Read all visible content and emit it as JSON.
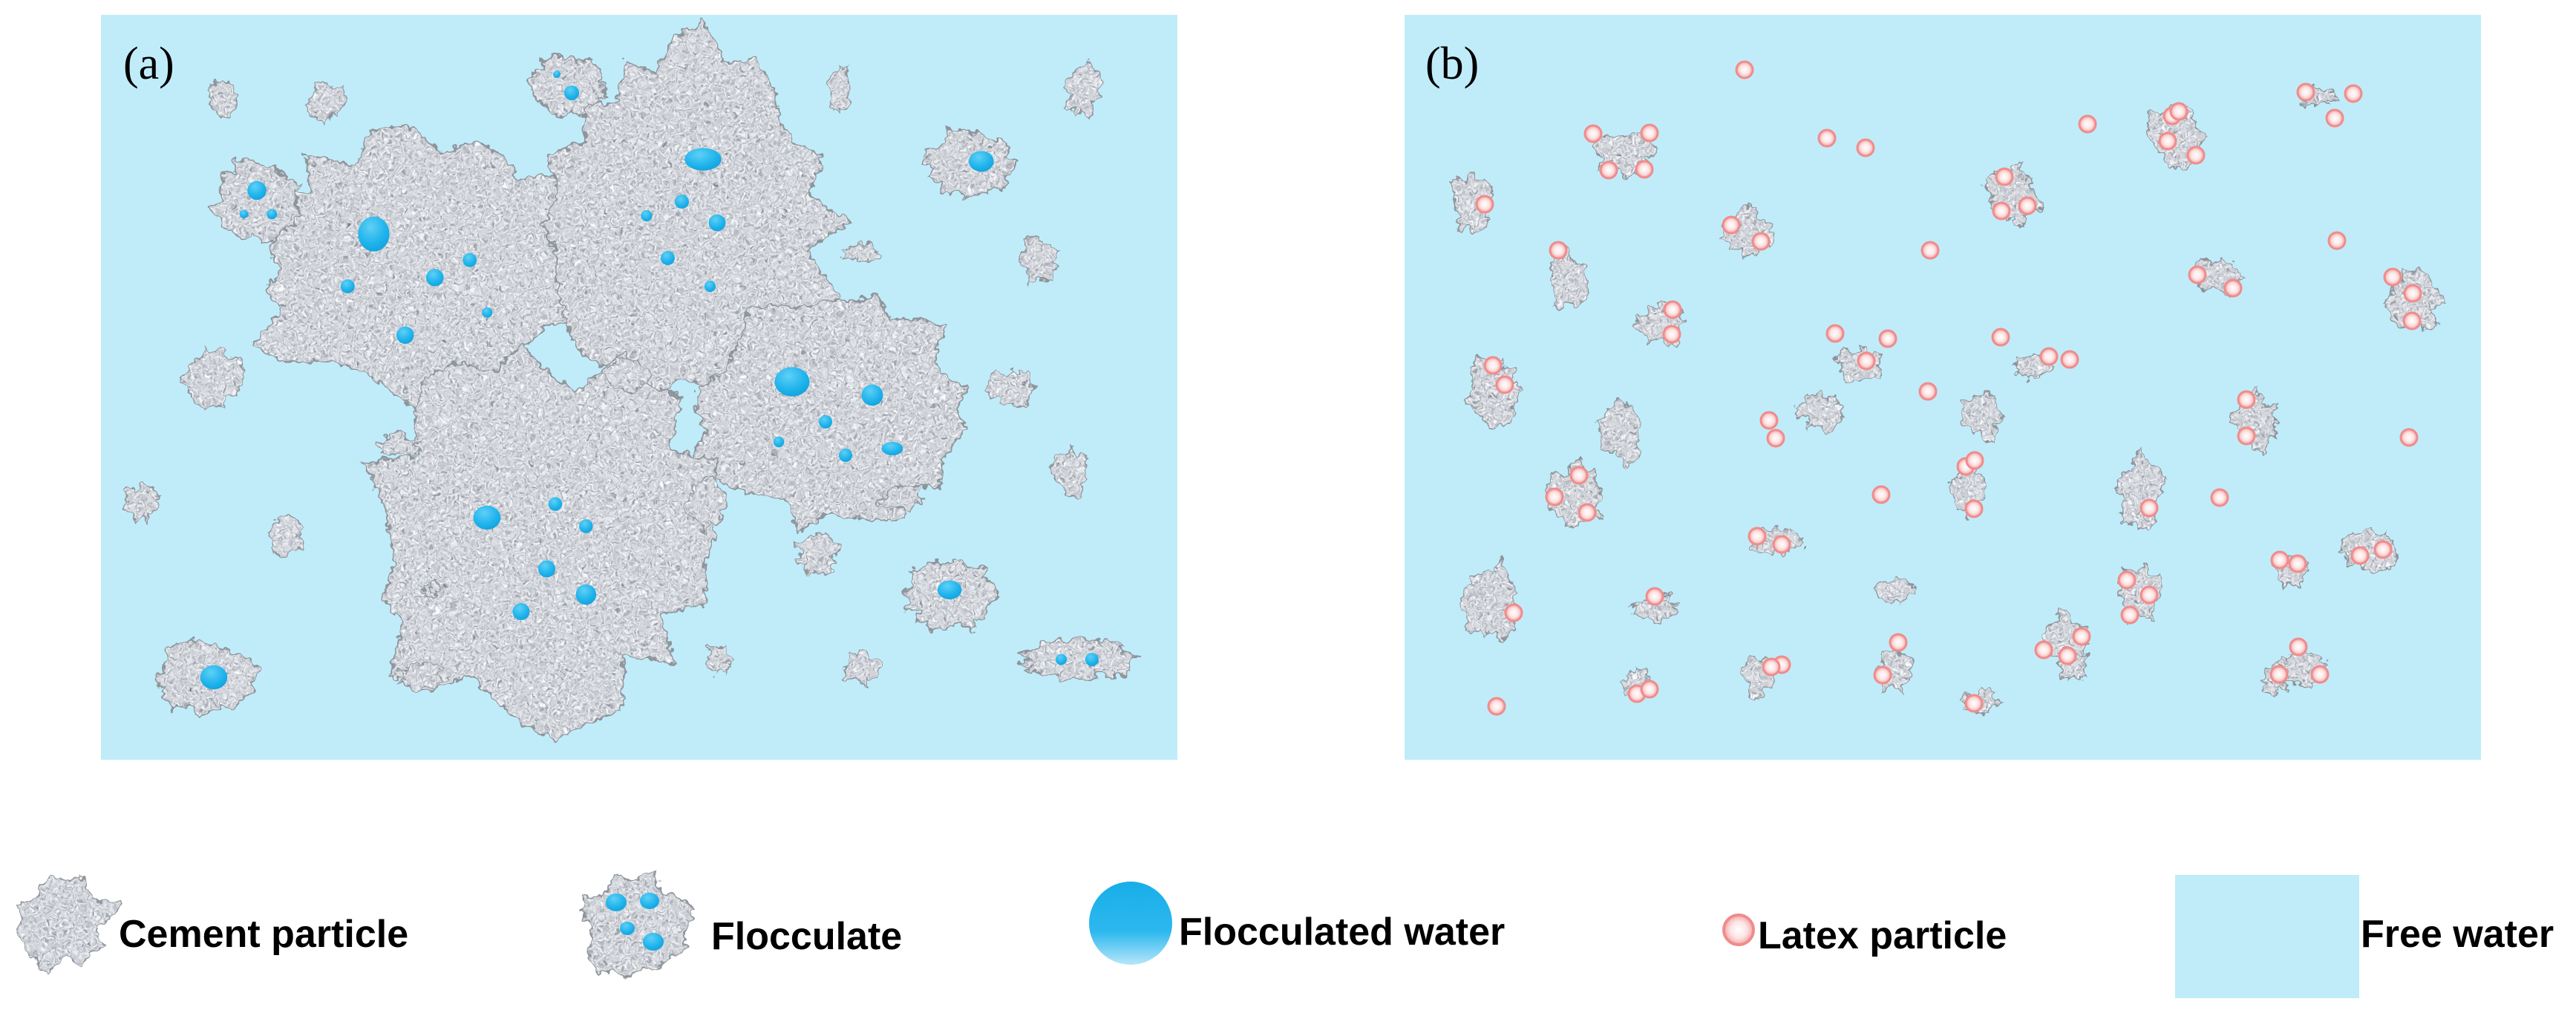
{
  "panels": {
    "a": {
      "label": "(a)"
    },
    "b": {
      "label": "(b)"
    }
  },
  "legend": {
    "cement": "Cement particle",
    "floc": "Flocculate",
    "floc_water": "Flocculated water",
    "latex": "Latex particle",
    "free_water": "Free water"
  },
  "colors": {
    "free_water": "#c0ecfa",
    "cement_fill": "#a8aeb3",
    "flocculated_water": "#1fb3ec",
    "latex_fill": "#fcdcdc",
    "latex_stroke": "#f08c8c"
  }
}
